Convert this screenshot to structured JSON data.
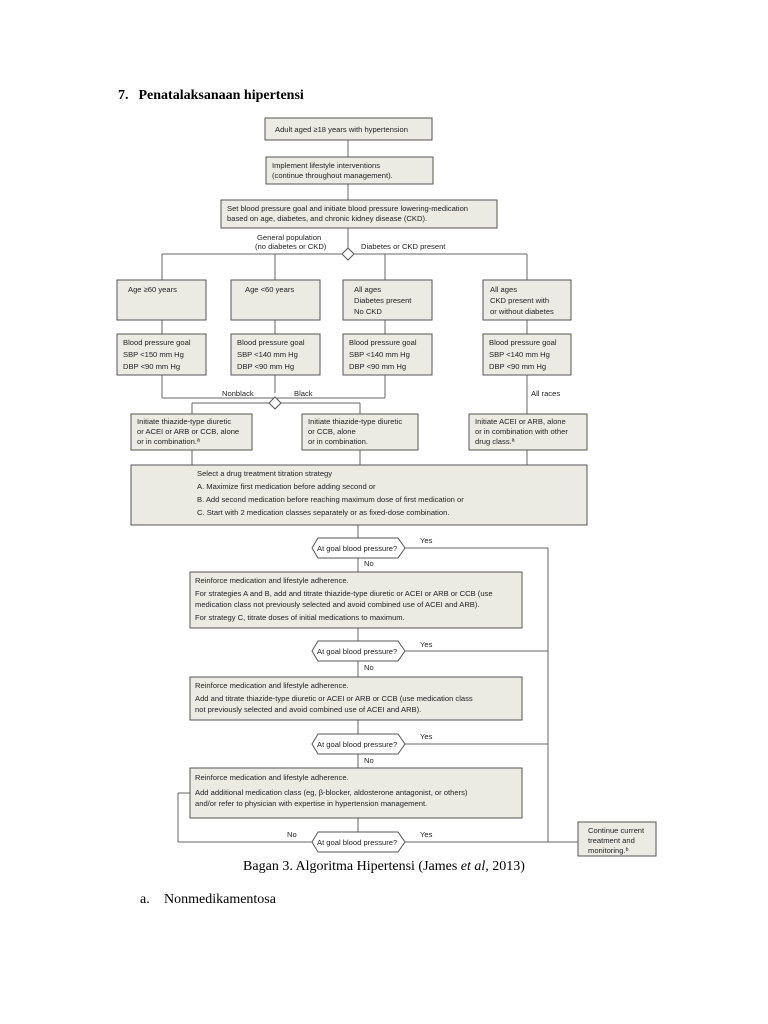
{
  "heading": {
    "number": "7.",
    "title": "Penatalaksanaan hipertensi"
  },
  "flow": {
    "start": "Adult aged ≥18 years with hypertension",
    "lifestyle": [
      "Implement lifestyle interventions",
      "(continue throughout management)."
    ],
    "goal_setting": [
      "Set blood pressure goal and initiate blood pressure lowering-medication",
      "based on age, diabetes, and chronic kidney disease (CKD)."
    ],
    "general_population": [
      "General population",
      "(no diabetes or CKD)"
    ],
    "diabetes_ckd_present": "Diabetes or CKD present",
    "groups": {
      "age60plus": "Age ≥60 years",
      "age_under60": "Age <60 years",
      "all_ages_diabetes": [
        "All ages",
        "Diabetes present",
        "No CKD"
      ],
      "all_ages_ckd": [
        "All ages",
        "CKD present with",
        "or without diabetes"
      ]
    },
    "bp_goals": {
      "g1": [
        "Blood pressure goal",
        "SBP <150 mm Hg",
        "DBP <90 mm Hg"
      ],
      "g2": [
        "Blood pressure goal",
        "SBP <140 mm Hg",
        "DBP <90 mm Hg"
      ],
      "g3": [
        "Blood pressure goal",
        "SBP <140 mm Hg",
        "DBP <90 mm Hg"
      ],
      "g4": [
        "Blood pressure goal",
        "SBP <140 mm Hg",
        "DBP <90 mm Hg"
      ]
    },
    "nonblack": "Nonblack",
    "black": "Black",
    "all_races": "All races",
    "initiate_nonblack": [
      "Initiate thiazide-type diuretic",
      "or ACEI or ARB or CCB, alone",
      "or in combination.ª"
    ],
    "initiate_black": [
      "Initiate thiazide-type diuretic",
      "or CCB, alone",
      "or in combination."
    ],
    "initiate_ckd": [
      "Initiate ACEI or ARB, alone",
      "or in combination with other",
      "drug class.ª"
    ],
    "strategy": [
      "Select a drug treatment titration strategy",
      "A. Maximize first medication before adding second or",
      "B. Add second medication before reaching maximum dose of first medication or",
      "C. Start with 2 medication classes separately or as fixed-dose combination."
    ],
    "decision": "At goal blood pressure?",
    "yes": "Yes",
    "no": "No",
    "step1": [
      "Reinforce medication and lifestyle adherence.",
      "For strategies A and B, add and titrate thiazide-type diuretic or ACEI or ARB or CCB (use",
      "medication class not previously selected and avoid combined use of ACEI and ARB).",
      "For strategy C, titrate doses of initial medications to maximum."
    ],
    "step2": [
      "Reinforce medication and lifestyle adherence.",
      "Add and titrate thiazide-type diuretic or ACEI or ARB or CCB (use medication class",
      "not previously selected and avoid combined use of ACEI and ARB)."
    ],
    "step3": [
      "Reinforce medication and lifestyle adherence.",
      "Add additional medication class (eg, β-blocker, aldosterone antagonist, or others)",
      "and/or refer to physician with expertise in hypertension management."
    ],
    "continue": [
      "Continue current",
      "treatment and",
      "monitoring.ᵇ"
    ]
  },
  "caption": {
    "prefix": "Bagan 3. Algoritma Hipertensi (James ",
    "etal": "et al",
    "suffix": ", 2013)"
  },
  "subsection": {
    "label": "a.",
    "text": "Nonmedikamentosa"
  }
}
